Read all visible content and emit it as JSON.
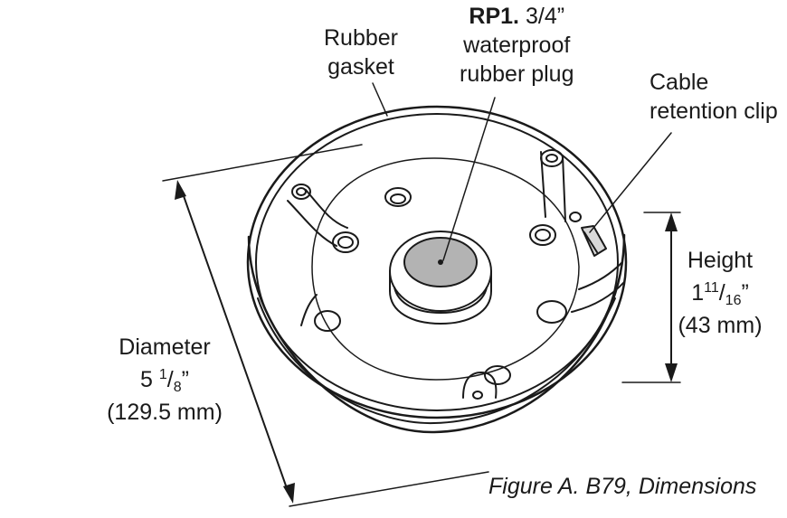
{
  "labels": {
    "gasket": {
      "line1": "Rubber",
      "line2": "gasket"
    },
    "plug": {
      "code": "RP1.",
      "size": "3/4”",
      "line2": "waterproof",
      "line3": "rubber plug"
    },
    "clip": {
      "line1": "Cable",
      "line2": "retention clip"
    },
    "height": {
      "title": "Height",
      "whole": "1",
      "num": "11",
      "slash": "/",
      "den": "16",
      "quote": "”",
      "metric": "(43 mm)"
    },
    "diameter": {
      "title": "Diameter",
      "whole": "5 ",
      "num": "1",
      "slash": "/",
      "den": "8",
      "quote": "”",
      "metric": "(129.5 mm)"
    }
  },
  "caption": "Figure A. B79, Dimensions",
  "colors": {
    "ink": "#1a1a1a",
    "plug_fill": "#b3b3b3",
    "background": "#ffffff"
  }
}
